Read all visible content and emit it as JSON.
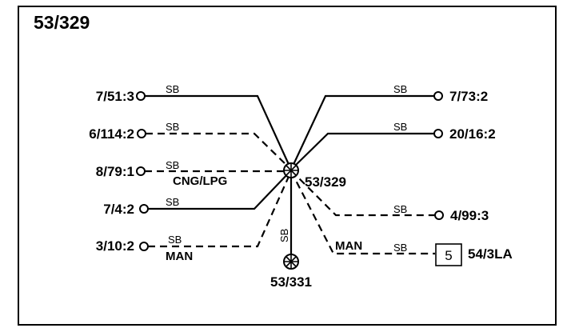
{
  "title": "53/329",
  "splice_center": {
    "label": "53/329"
  },
  "ground_node": {
    "label": "53/331",
    "wire_color": "SB"
  },
  "wires": [
    {
      "id": "w1",
      "label": "7/51:3",
      "wire_color": "SB",
      "style": "solid"
    },
    {
      "id": "w2",
      "label": "6/114:2",
      "wire_color": "SB",
      "style": "dashed"
    },
    {
      "id": "w3",
      "label": "8/79:1",
      "wire_color": "SB",
      "style": "dashed",
      "note": "CNG/LPG"
    },
    {
      "id": "w4",
      "label": "7/4:2",
      "wire_color": "SB",
      "style": "solid"
    },
    {
      "id": "w5",
      "label": "3/10:2",
      "wire_color": "SB",
      "style": "dashed",
      "note": "MAN"
    },
    {
      "id": "w6",
      "label": "7/73:2",
      "wire_color": "SB",
      "style": "solid"
    },
    {
      "id": "w7",
      "label": "20/16:2",
      "wire_color": "SB",
      "style": "solid"
    },
    {
      "id": "w8",
      "label": "4/99:3",
      "wire_color": "SB",
      "style": "dashed"
    },
    {
      "id": "w9",
      "label": "54/3LA",
      "wire_color": "SB",
      "style": "dashed",
      "note": "MAN",
      "box": "5"
    }
  ]
}
